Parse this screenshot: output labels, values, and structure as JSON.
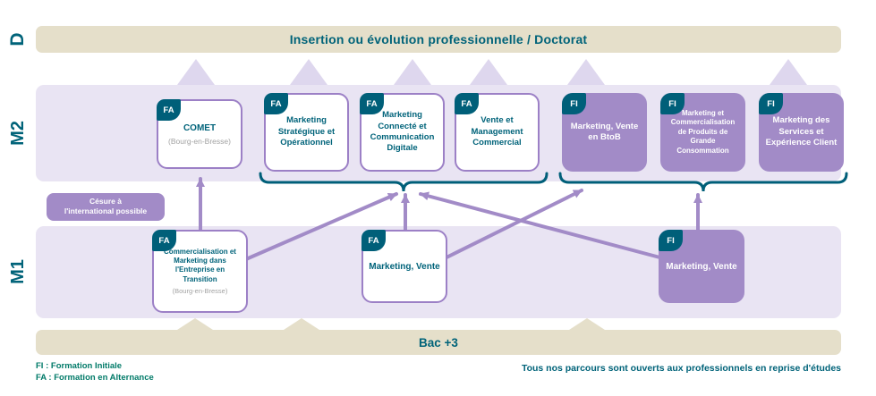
{
  "top_band": {
    "label": "Insertion ou évolution professionnelle / Doctorat"
  },
  "bottom_band": {
    "label": "Bac +3"
  },
  "levels": {
    "doctorat": "D",
    "m2": "M2",
    "m1": "M1"
  },
  "cesure_badge": {
    "line1": "Césure à",
    "line2": "l'international possible"
  },
  "m2_cards": [
    {
      "badge": "FA",
      "title": "COMET",
      "subtitle": "(Bourg-en-Bresse)"
    },
    {
      "badge": "FA",
      "title": "Marketing Stratégique et Opérationnel"
    },
    {
      "badge": "FA",
      "title": "Marketing Connecté et Communication Digitale"
    },
    {
      "badge": "FA",
      "title": "Vente et Management Commercial"
    },
    {
      "badge": "FI",
      "title": "Marketing, Vente en BtoB"
    },
    {
      "badge": "FI",
      "title": "Marketing et Commercialisation de Produits de Grande Consommation"
    },
    {
      "badge": "FI",
      "title": "Marketing des Services et Expérience Client"
    }
  ],
  "m1_cards": [
    {
      "badge": "FA",
      "title": "Commercialisation et Marketing dans l'Entreprise en Transition",
      "subtitle": "(Bourg-en-Bresse)"
    },
    {
      "badge": "FA",
      "title": "Marketing, Vente"
    },
    {
      "badge": "FI",
      "title": "Marketing, Vente"
    }
  ],
  "footer": {
    "fi_legend": "FI : Formation Initiale",
    "fa_legend": "FA : Formation en Alternance",
    "note": "Tous nos parcours sont ouverts aux professionnels en reprise d'études"
  },
  "colors": {
    "teal": "#005f79",
    "purple": "#a28bc7",
    "purple_border": "#9c80c6",
    "beige": "#e5dfca",
    "lavender_band": "#e9e4f3",
    "lavender_triangle": "#ded7ee",
    "legend_green": "#007a68",
    "gray_subtitle": "#a2a2a2"
  }
}
